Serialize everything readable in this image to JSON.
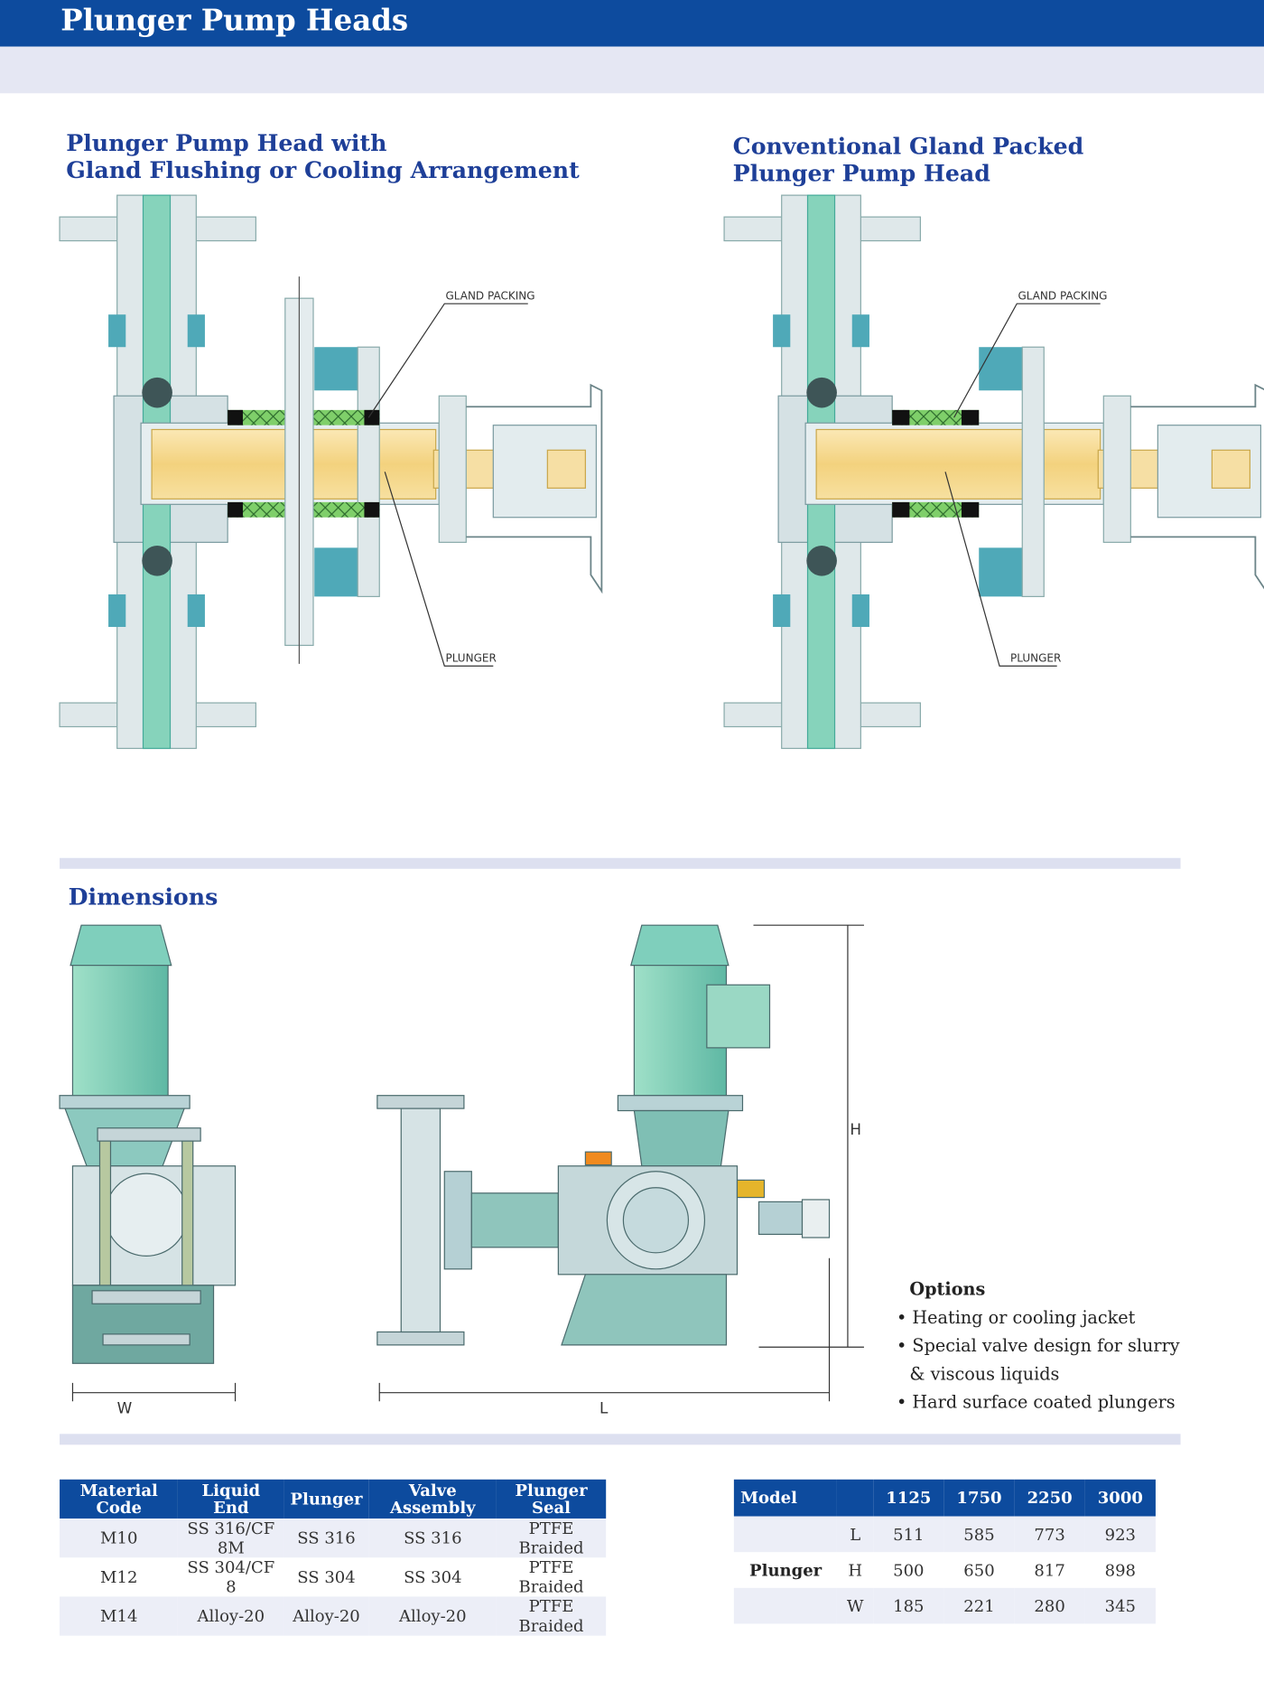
{
  "header": {
    "title": "Plunger Pump Heads"
  },
  "sections": {
    "left_title_1": "Plunger Pump Head with",
    "left_title_2": "Gland Flushing or Cooling Arrangement",
    "right_title_1": "Conventional Gland Packed",
    "right_title_2": "Plunger Pump Head",
    "dimensions_title": "Dimensions"
  },
  "diagram_labels": {
    "gland_packing": "GLAND PACKING",
    "plunger": "PLUNGER",
    "w": "W",
    "l": "L",
    "h": "H"
  },
  "options": {
    "title": "Options",
    "items": [
      "Heating or cooling jacket",
      "Special valve design for slurry & viscous liquids",
      "Hard surface coated plungers"
    ]
  },
  "materials_table": {
    "headers": [
      "Material Code",
      "Liquid End",
      "Plunger",
      "Valve Assembly",
      "Plunger Seal"
    ],
    "rows": [
      [
        "M10",
        "SS 316/CF 8M",
        "SS 316",
        "SS 316",
        "PTFE Braided"
      ],
      [
        "M12",
        "SS 304/CF 8",
        "SS 304",
        "SS 304",
        "PTFE Braided"
      ],
      [
        "M14",
        "Alloy-20",
        "Alloy-20",
        "Alloy-20",
        "PTFE Braided"
      ]
    ]
  },
  "dimensions_table": {
    "headers": [
      "Model",
      "",
      "1125",
      "1750",
      "2250",
      "3000"
    ],
    "group_label": "Plunger",
    "rows": [
      [
        "L",
        "511",
        "585",
        "773",
        "923"
      ],
      [
        "H",
        "500",
        "650",
        "817",
        "898"
      ],
      [
        "W",
        "185",
        "221",
        "280",
        "345"
      ]
    ]
  },
  "colors": {
    "brand_blue": "#0d4b9e",
    "heading_blue": "#1e3f98",
    "teal": "#86d3bb",
    "plunger": "#f3d58a"
  }
}
